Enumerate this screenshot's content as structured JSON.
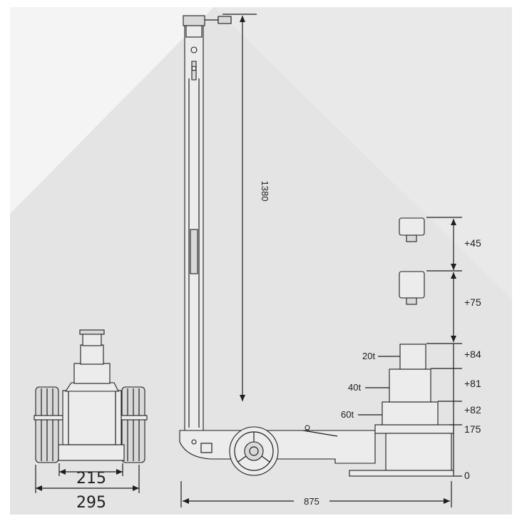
{
  "dimensions": {
    "total_height": "1380",
    "overall_length": "875",
    "wheel_track": "215",
    "overall_width": "295",
    "stage_1": "+45",
    "stage_2": "+75",
    "stage_3": "+84",
    "stage_4": "+81",
    "stage_5": "+82",
    "base_height": "175",
    "ground": "0"
  },
  "capacity_labels": {
    "cap_20": "20t",
    "cap_40": "40t",
    "cap_60": "60t"
  },
  "colors": {
    "background": "#e4e4e4",
    "highlight": "#f4f4f4",
    "line": "#1e1e1e"
  }
}
